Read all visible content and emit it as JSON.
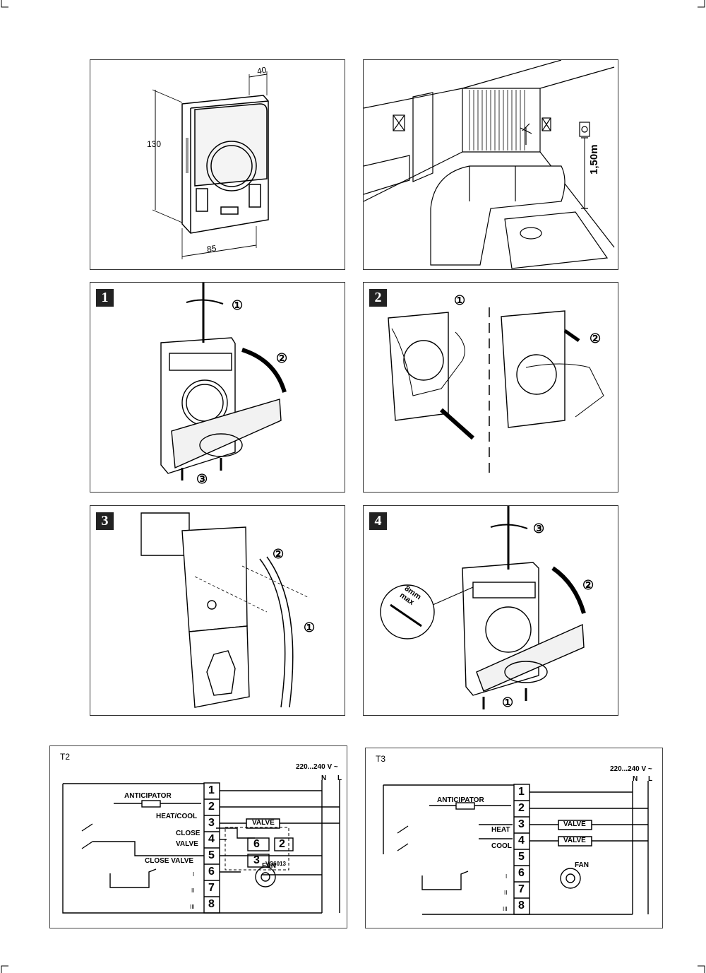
{
  "overview": {
    "dim_depth": "40",
    "dim_height": "130",
    "dim_width": "85",
    "mount_height": "1,50m"
  },
  "steps": [
    {
      "number": "1",
      "callouts": [
        "①",
        "②",
        "③"
      ]
    },
    {
      "number": "2",
      "callouts": [
        "①",
        "②"
      ]
    },
    {
      "number": "3",
      "callouts": [
        "①",
        "②"
      ]
    },
    {
      "number": "4",
      "callouts": [
        "①",
        "②",
        "③"
      ],
      "wire_strip": "8mm max"
    }
  ],
  "wiring": [
    {
      "title": "T2",
      "supply": "220...240 V ~",
      "n": "N",
      "l": "L",
      "terminals": [
        "1",
        "2",
        "3",
        "4",
        "5",
        "6",
        "7",
        "8"
      ],
      "anticipator": "ANTICIPATOR",
      "heat_cool": "HEAT/COOL",
      "close": "CLOSE",
      "valve": "VALVE",
      "close_valve": "CLOSE VALVE",
      "valve_box": "VALVE",
      "fan": "FAN",
      "vc_nums": [
        "6",
        "2",
        "3"
      ],
      "vc_label": "VC6013",
      "speeds": [
        "I",
        "II",
        "III"
      ]
    },
    {
      "title": "T3",
      "supply": "220...240 V ~",
      "n": "N",
      "l": "L",
      "terminals": [
        "1",
        "2",
        "3",
        "4",
        "5",
        "6",
        "7",
        "8"
      ],
      "anticipator": "ANTICIPATOR",
      "heat": "HEAT",
      "cool": "COOL",
      "valve_box_1": "VALVE",
      "valve_box_2": "VALVE",
      "fan": "FAN",
      "speeds": [
        "I",
        "II",
        "III"
      ]
    }
  ]
}
